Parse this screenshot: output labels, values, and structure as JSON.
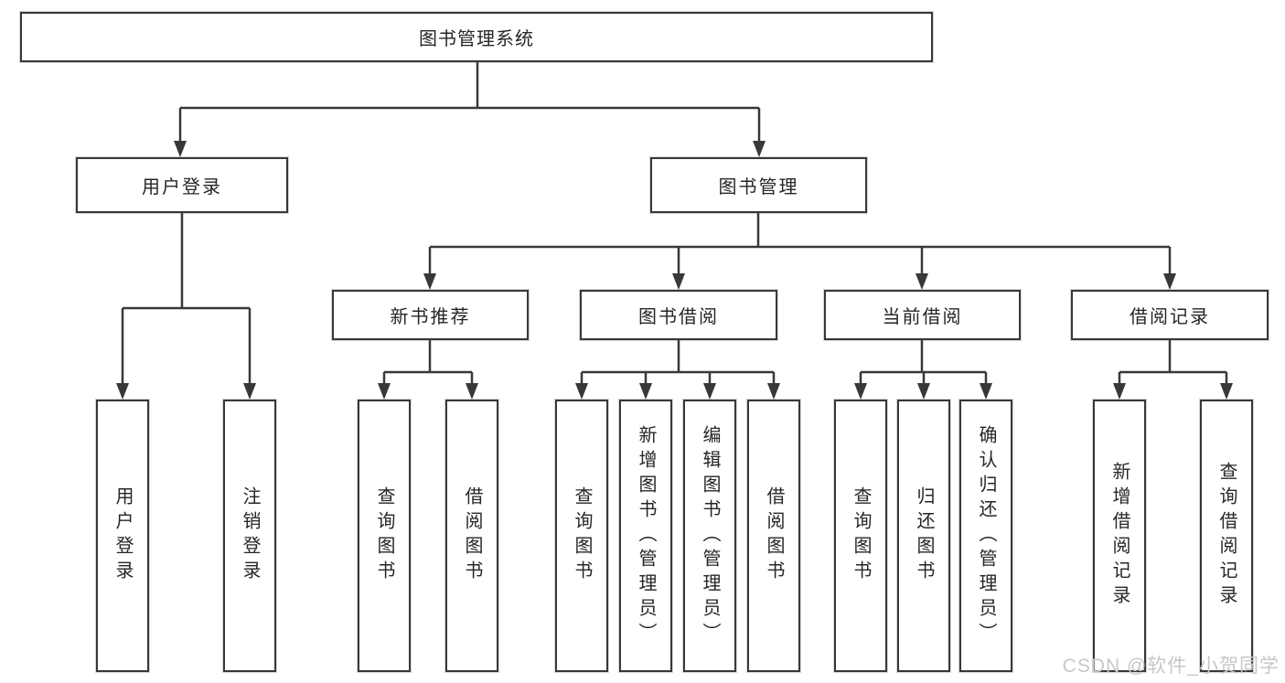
{
  "diagram": {
    "root": {
      "label": "图书管理系统"
    },
    "level2": [
      {
        "id": "user-login",
        "label": "用户登录"
      },
      {
        "id": "book-management",
        "label": "图书管理"
      }
    ],
    "level3": [
      {
        "id": "new-book-recommend",
        "label": "新书推荐",
        "parent": "图书管理"
      },
      {
        "id": "book-borrowing",
        "label": "图书借阅",
        "parent": "图书管理"
      },
      {
        "id": "current-borrowing",
        "label": "当前借阅",
        "parent": "图书管理"
      },
      {
        "id": "borrowing-records",
        "label": "借阅记录",
        "parent": "图书管理"
      }
    ],
    "leaves": [
      {
        "label": "用户登录",
        "parent": "用户登录"
      },
      {
        "label": "注销登录",
        "parent": "用户登录"
      },
      {
        "label": "查询图书",
        "parent": "新书推荐"
      },
      {
        "label": "借阅图书",
        "parent": "新书推荐"
      },
      {
        "label": "查询图书",
        "parent": "图书借阅"
      },
      {
        "label": "新增图书（管理员）",
        "parent": "图书借阅"
      },
      {
        "label": "编辑图书（管理员）",
        "parent": "图书借阅"
      },
      {
        "label": "借阅图书",
        "parent": "图书借阅"
      },
      {
        "label": "查询图书",
        "parent": "当前借阅"
      },
      {
        "label": "归还图书",
        "parent": "当前借阅"
      },
      {
        "label": "确认归还（管理员）",
        "parent": "当前借阅"
      },
      {
        "label": "新增借阅记录",
        "parent": "借阅记录"
      },
      {
        "label": "查询借阅记录",
        "parent": "借阅记录"
      }
    ]
  },
  "watermark": {
    "text": "CSDN @软件_小贺同学"
  },
  "colors": {
    "line": "#383838",
    "text": "#262626",
    "background": "#ffffff",
    "watermark": "#c7c7c7"
  }
}
